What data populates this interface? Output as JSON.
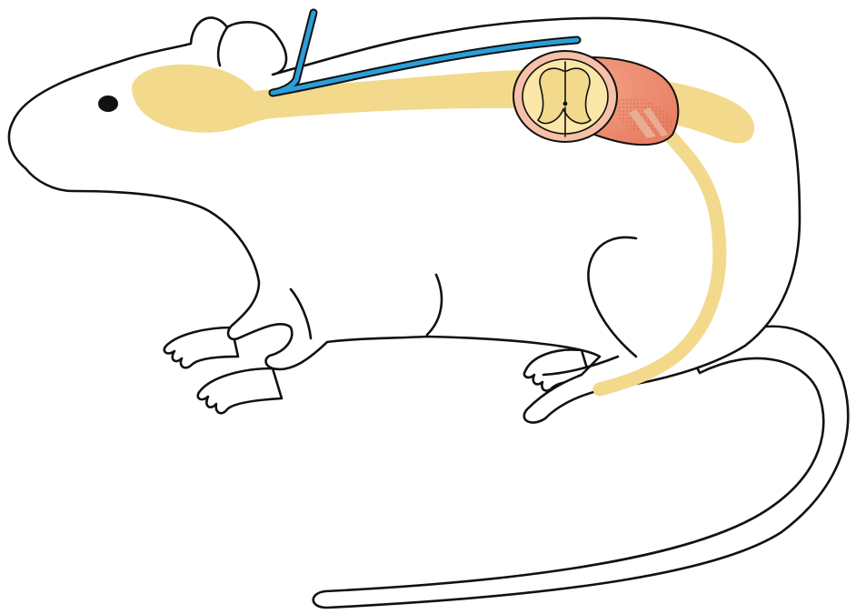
{
  "colors": {
    "background": "#ffffff",
    "outline": "#111111",
    "nervous_system": "#f3d98c",
    "catheter": "#2a9fd8",
    "muscle": "#f09478",
    "muscle_dark": "#e0705a",
    "cord_section_rim": "#f7c0a8",
    "grey_matter": "#f5e49c"
  },
  "elements": [
    {
      "name": "rat-body-outline",
      "icon": "rat-silhouette"
    },
    {
      "name": "brain-and-spinal-cord",
      "icon": "nervous-system-highlight"
    },
    {
      "name": "intrathecal-catheter",
      "icon": "catheter-tube"
    },
    {
      "name": "spinal-cord-cross-section",
      "icon": "spinal-cord-section"
    },
    {
      "name": "sciatic-nerve",
      "icon": "nerve-path"
    }
  ]
}
